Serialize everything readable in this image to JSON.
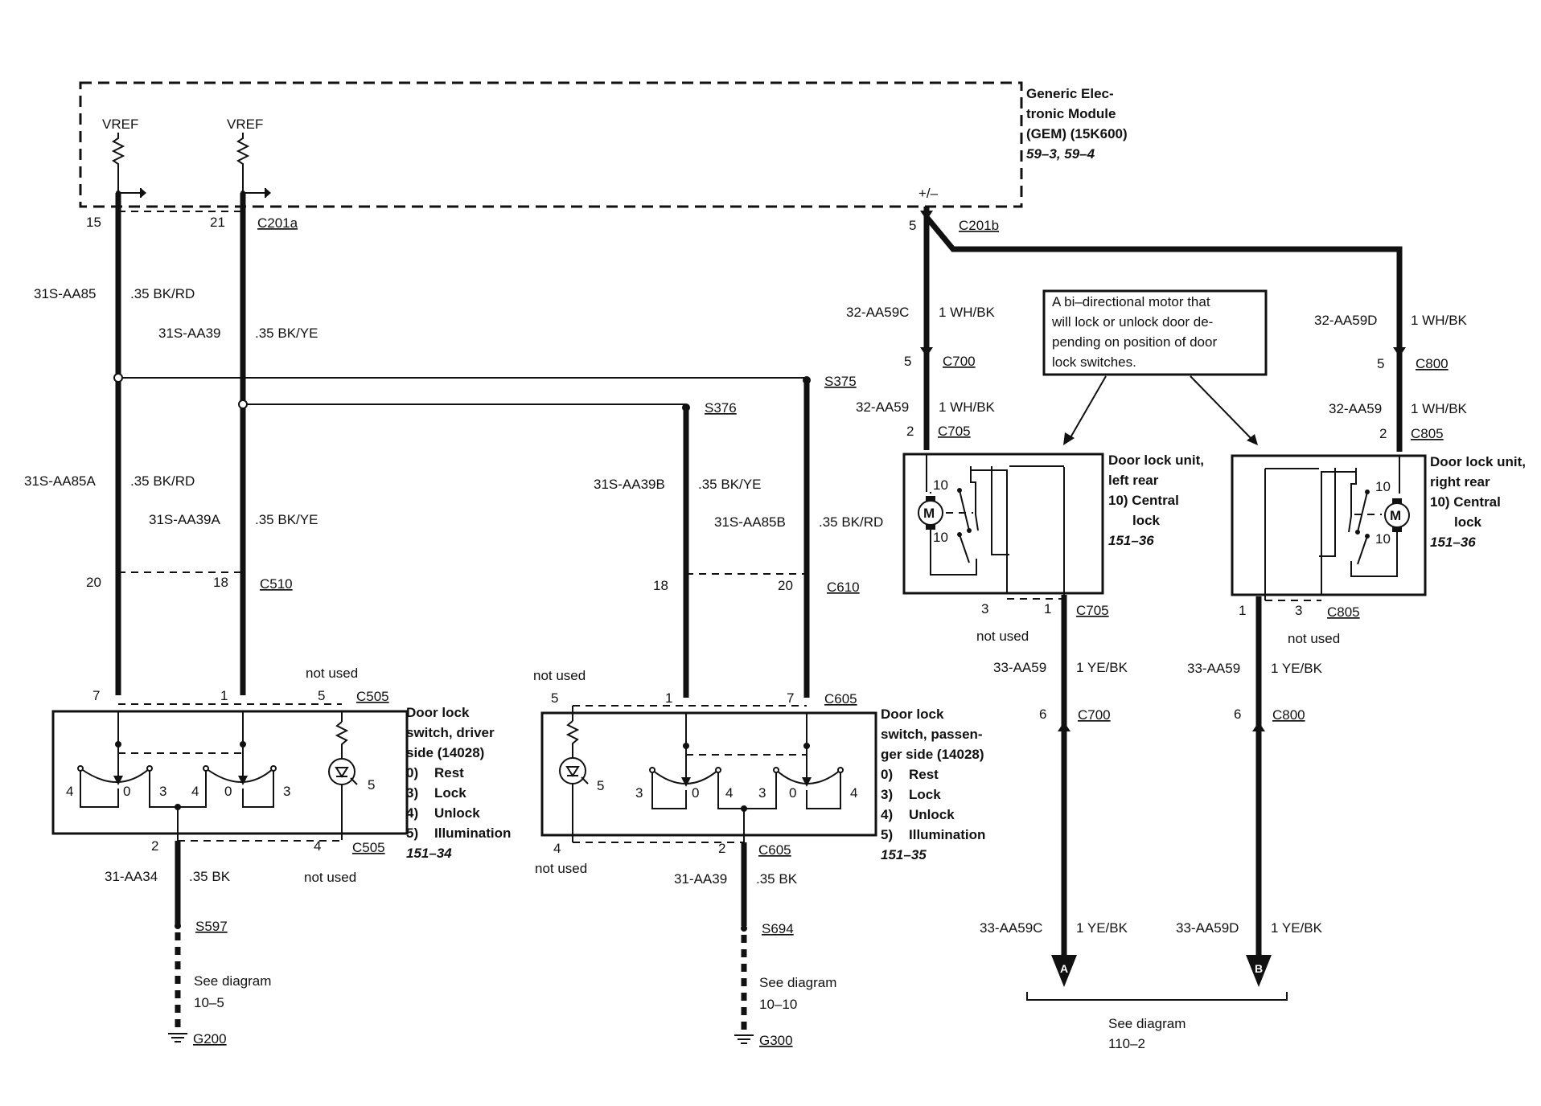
{
  "gem": {
    "title_lines": [
      "Generic Elec-",
      "tronic Module",
      "(GEM) (15K600)"
    ],
    "ref": "59–3, 59–4",
    "vref_left": "VREF",
    "vref_right": "VREF",
    "plusminus": "+/–"
  },
  "connectors": {
    "c201a": "C201a",
    "c201b": "C201b",
    "c510": "C510",
    "c610": "C610",
    "c505_top": "C505",
    "c505_bot": "C505",
    "c605_top": "C605",
    "c605_bot": "C605",
    "c700_top": "C700",
    "c700_bot": "C700",
    "c800_top": "C800",
    "c800_bot": "C800",
    "c705_top": "C705",
    "c705_bot": "C705",
    "c805_top": "C805",
    "c805_bot": "C805"
  },
  "splices": {
    "s375": "S375",
    "s376": "S376",
    "s597": "S597",
    "s694": "S694"
  },
  "grounds": {
    "g200": "G200",
    "g300": "G300"
  },
  "pins": {
    "p15": "15",
    "p21": "21",
    "p5_gem": "5",
    "p20_l": "20",
    "p18_l": "18",
    "p18_r": "18",
    "p20_r": "20",
    "p7_l": "7",
    "p1_l": "1",
    "p5_l": "5",
    "p2_l": "2",
    "p4_l": "4",
    "p5_r": "5",
    "p1_r": "1",
    "p7_r": "7",
    "p4_r": "4",
    "p2_r": "2",
    "p5_c700": "5",
    "p2_c705": "2",
    "p3_c705": "3",
    "p1_c705": "1",
    "p6_c700": "6",
    "p5_c800": "5",
    "p2_c805": "2",
    "p1_c805": "1",
    "p3_c805": "3",
    "p6_c800": "6"
  },
  "wires": {
    "w_31s_aa85": "31S-AA85",
    "c_bkrd_1": ".35 BK/RD",
    "w_31s_aa39": "31S-AA39",
    "c_bkye_1": ".35 BK/YE",
    "w_31s_aa85a": "31S-AA85A",
    "c_bkrd_2": ".35 BK/RD",
    "w_31s_aa39a": "31S-AA39A",
    "c_bkye_2": ".35 BK/YE",
    "w_31s_aa39b": "31S-AA39B",
    "c_bkye_3": ".35 BK/YE",
    "w_31s_aa85b": "31S-AA85B",
    "c_bkrd_3": ".35 BK/RD",
    "w_31_aa34": "31-AA34",
    "c_bk_1": ".35 BK",
    "w_31_aa39": "31-AA39",
    "c_bk_2": ".35 BK",
    "w_32_aa59c": "32-AA59C",
    "c_whbk_1": "1 WH/BK",
    "w_32_aa59_l": "32-AA59",
    "c_whbk_2": "1 WH/BK",
    "w_32_aa59d": "32-AA59D",
    "c_whbk_3": "1 WH/BK",
    "w_32_aa59_r": "32-AA59",
    "c_whbk_4": "1 WH/BK",
    "w_33_aa59_l": "33-AA59",
    "c_yebk_1": "1 YE/BK",
    "w_33_aa59_r": "33-AA59",
    "c_yebk_2": "1 YE/BK",
    "w_33_aa59c": "33-AA59C",
    "c_yebk_3": "1 YE/BK",
    "w_33_aa59d": "33-AA59D",
    "c_yebk_4": "1 YE/BK"
  },
  "not_used": {
    "nu_505_top": "not used",
    "nu_505_bot": "not used",
    "nu_605_top": "not used",
    "nu_605_bot": "not used",
    "nu_705": "not used",
    "nu_805": "not used"
  },
  "driver_switch": {
    "title_lines": [
      "Door lock",
      "switch, driver",
      "side (14028)"
    ],
    "items": [
      {
        "num": "0)",
        "label": "Rest"
      },
      {
        "num": "3)",
        "label": "Lock"
      },
      {
        "num": "4)",
        "label": "Unlock"
      },
      {
        "num": "5)",
        "label": "Illumination"
      }
    ],
    "ref": "151–34",
    "contacts": [
      "4",
      "0",
      "3",
      "4",
      "0",
      "3",
      "5"
    ]
  },
  "passenger_switch": {
    "title_lines": [
      "Door lock",
      "switch, passen-",
      "ger side (14028)"
    ],
    "items": [
      {
        "num": "0)",
        "label": "Rest"
      },
      {
        "num": "3)",
        "label": "Lock"
      },
      {
        "num": "4)",
        "label": "Unlock"
      },
      {
        "num": "5)",
        "label": "Illumination"
      }
    ],
    "ref": "151–35",
    "contacts": [
      "5",
      "3",
      "0",
      "4",
      "3",
      "0",
      "4"
    ]
  },
  "lock_unit_left": {
    "title_lines": [
      "Door lock unit,",
      "left rear",
      "10) Central",
      "lock"
    ],
    "ref": "151–36",
    "motor": "M",
    "contacts": [
      "10",
      "10"
    ]
  },
  "lock_unit_right": {
    "title_lines": [
      "Door lock unit,",
      "right rear",
      "10) Central",
      "lock"
    ],
    "ref": "151–36",
    "motor": "M",
    "contacts": [
      "10",
      "10"
    ]
  },
  "callout_lines": [
    "A bi–directional motor that",
    "will lock or unlock door de-",
    "pending on position of door",
    "lock switches."
  ],
  "see_left": [
    "See diagram",
    "10–5"
  ],
  "see_mid": [
    "See diagram",
    "10–10"
  ],
  "see_right": [
    "See diagram",
    "110–2"
  ],
  "arrows": {
    "a": "A",
    "b": "B"
  }
}
